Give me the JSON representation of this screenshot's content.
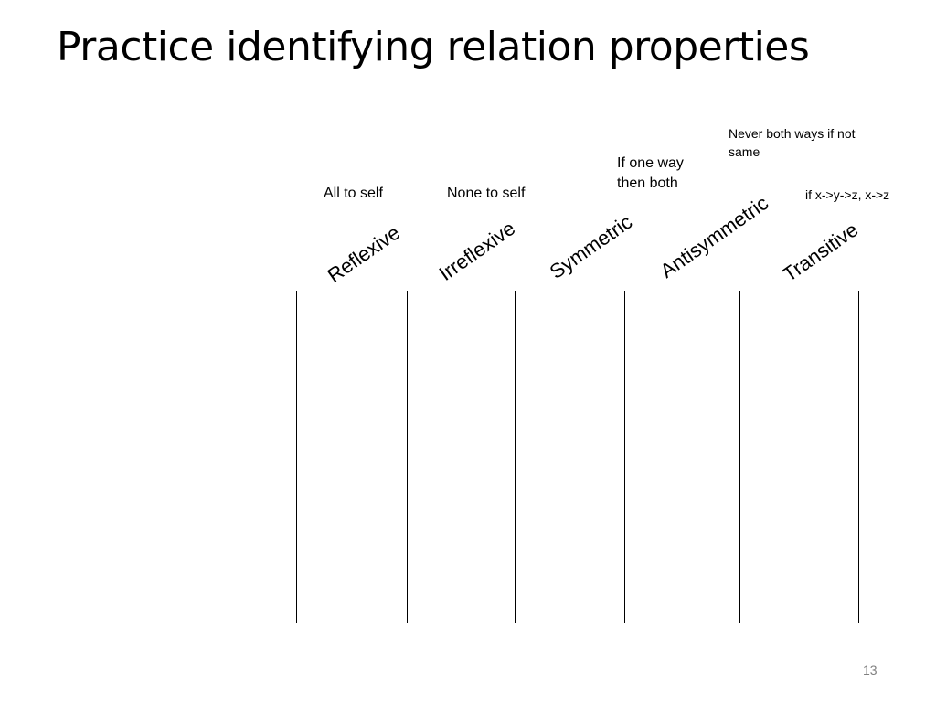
{
  "slide": {
    "title": "Practice identifying relation properties",
    "page_number": "13",
    "columns": [
      {
        "label": "Reflexive",
        "hint": "All to self"
      },
      {
        "label": "Irreflexive",
        "hint": "None to self"
      },
      {
        "label": "Symmetric",
        "hint": "If one way then both"
      },
      {
        "label": "Antisymmetric",
        "hint": "Never both ways if not same"
      },
      {
        "label": "Transitive",
        "hint": "if x->y->z, x->z"
      }
    ],
    "colors": {
      "text": "#000000",
      "background": "#ffffff",
      "page_number": "#7f7f7f",
      "divider": "#000000"
    }
  }
}
